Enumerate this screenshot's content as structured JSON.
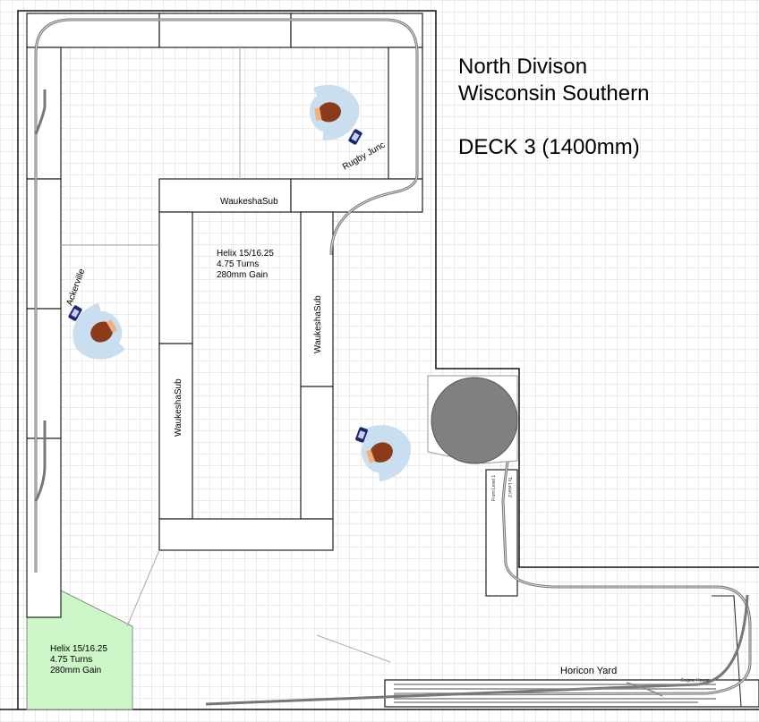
{
  "title": {
    "line1": "North Divison",
    "line2": "Wisconsin Southern",
    "deck": "DECK 3 (1400mm)"
  },
  "labels": {
    "rugby": "Rugby Junc",
    "waukesha_top": "WaukeshaSub",
    "waukesha_left": "WaukeshaSub",
    "waukesha_right": "WaukeshaSub",
    "ackerville": "Ackerville",
    "horicon": "Horicon Yard",
    "engine_house": "Engine House",
    "to_level": "To Level 2",
    "from_level": "From Level 1"
  },
  "helix_center": {
    "line1": "Helix 15/16.25",
    "line2": "4.75 Turns",
    "line3": "280mm Gain"
  },
  "helix_corner": {
    "line1": "Helix 15/16.25",
    "line2": "4.75 Turns",
    "line3": "280mm Gain"
  },
  "colors": {
    "grid": "#d9d9d9",
    "helix": "#ccf5c8",
    "person": "#c9dff0",
    "head": "#8b3a1a",
    "turntable": "#808080"
  }
}
